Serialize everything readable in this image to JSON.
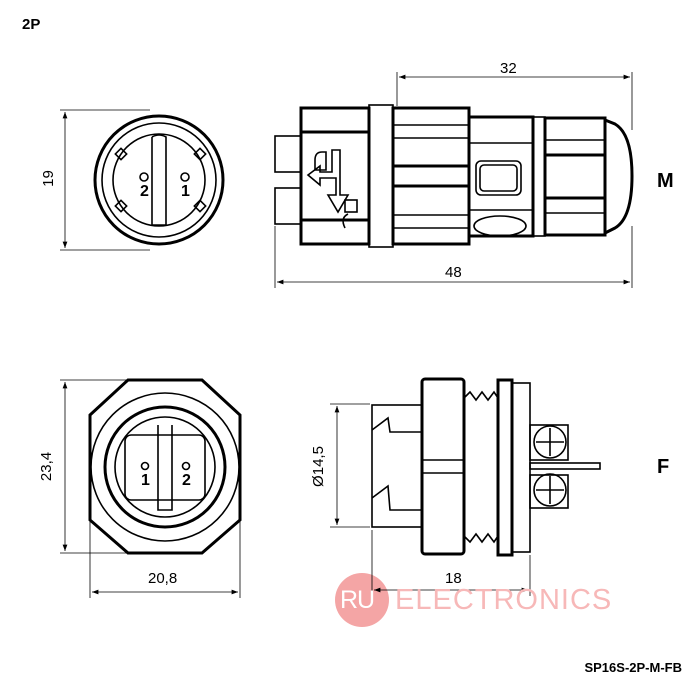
{
  "header": {
    "variant": "2P"
  },
  "views": {
    "male": {
      "label": "M",
      "dims": {
        "diameter": "19",
        "overall_length": "48",
        "body_length": "32"
      },
      "pins": [
        "2",
        "1"
      ]
    },
    "female": {
      "label": "F",
      "dims": {
        "height": "23,4",
        "width": "20,8",
        "diameter": "Ø14,5",
        "depth": "18"
      },
      "pins": [
        "1",
        "2"
      ]
    }
  },
  "watermark": {
    "badge": "RU",
    "text": "ELECTRONICS",
    "badge_color": "#f4a5a5",
    "text_color": "#f7b8b8"
  },
  "part_number": "SP16S-2P-M-FB"
}
